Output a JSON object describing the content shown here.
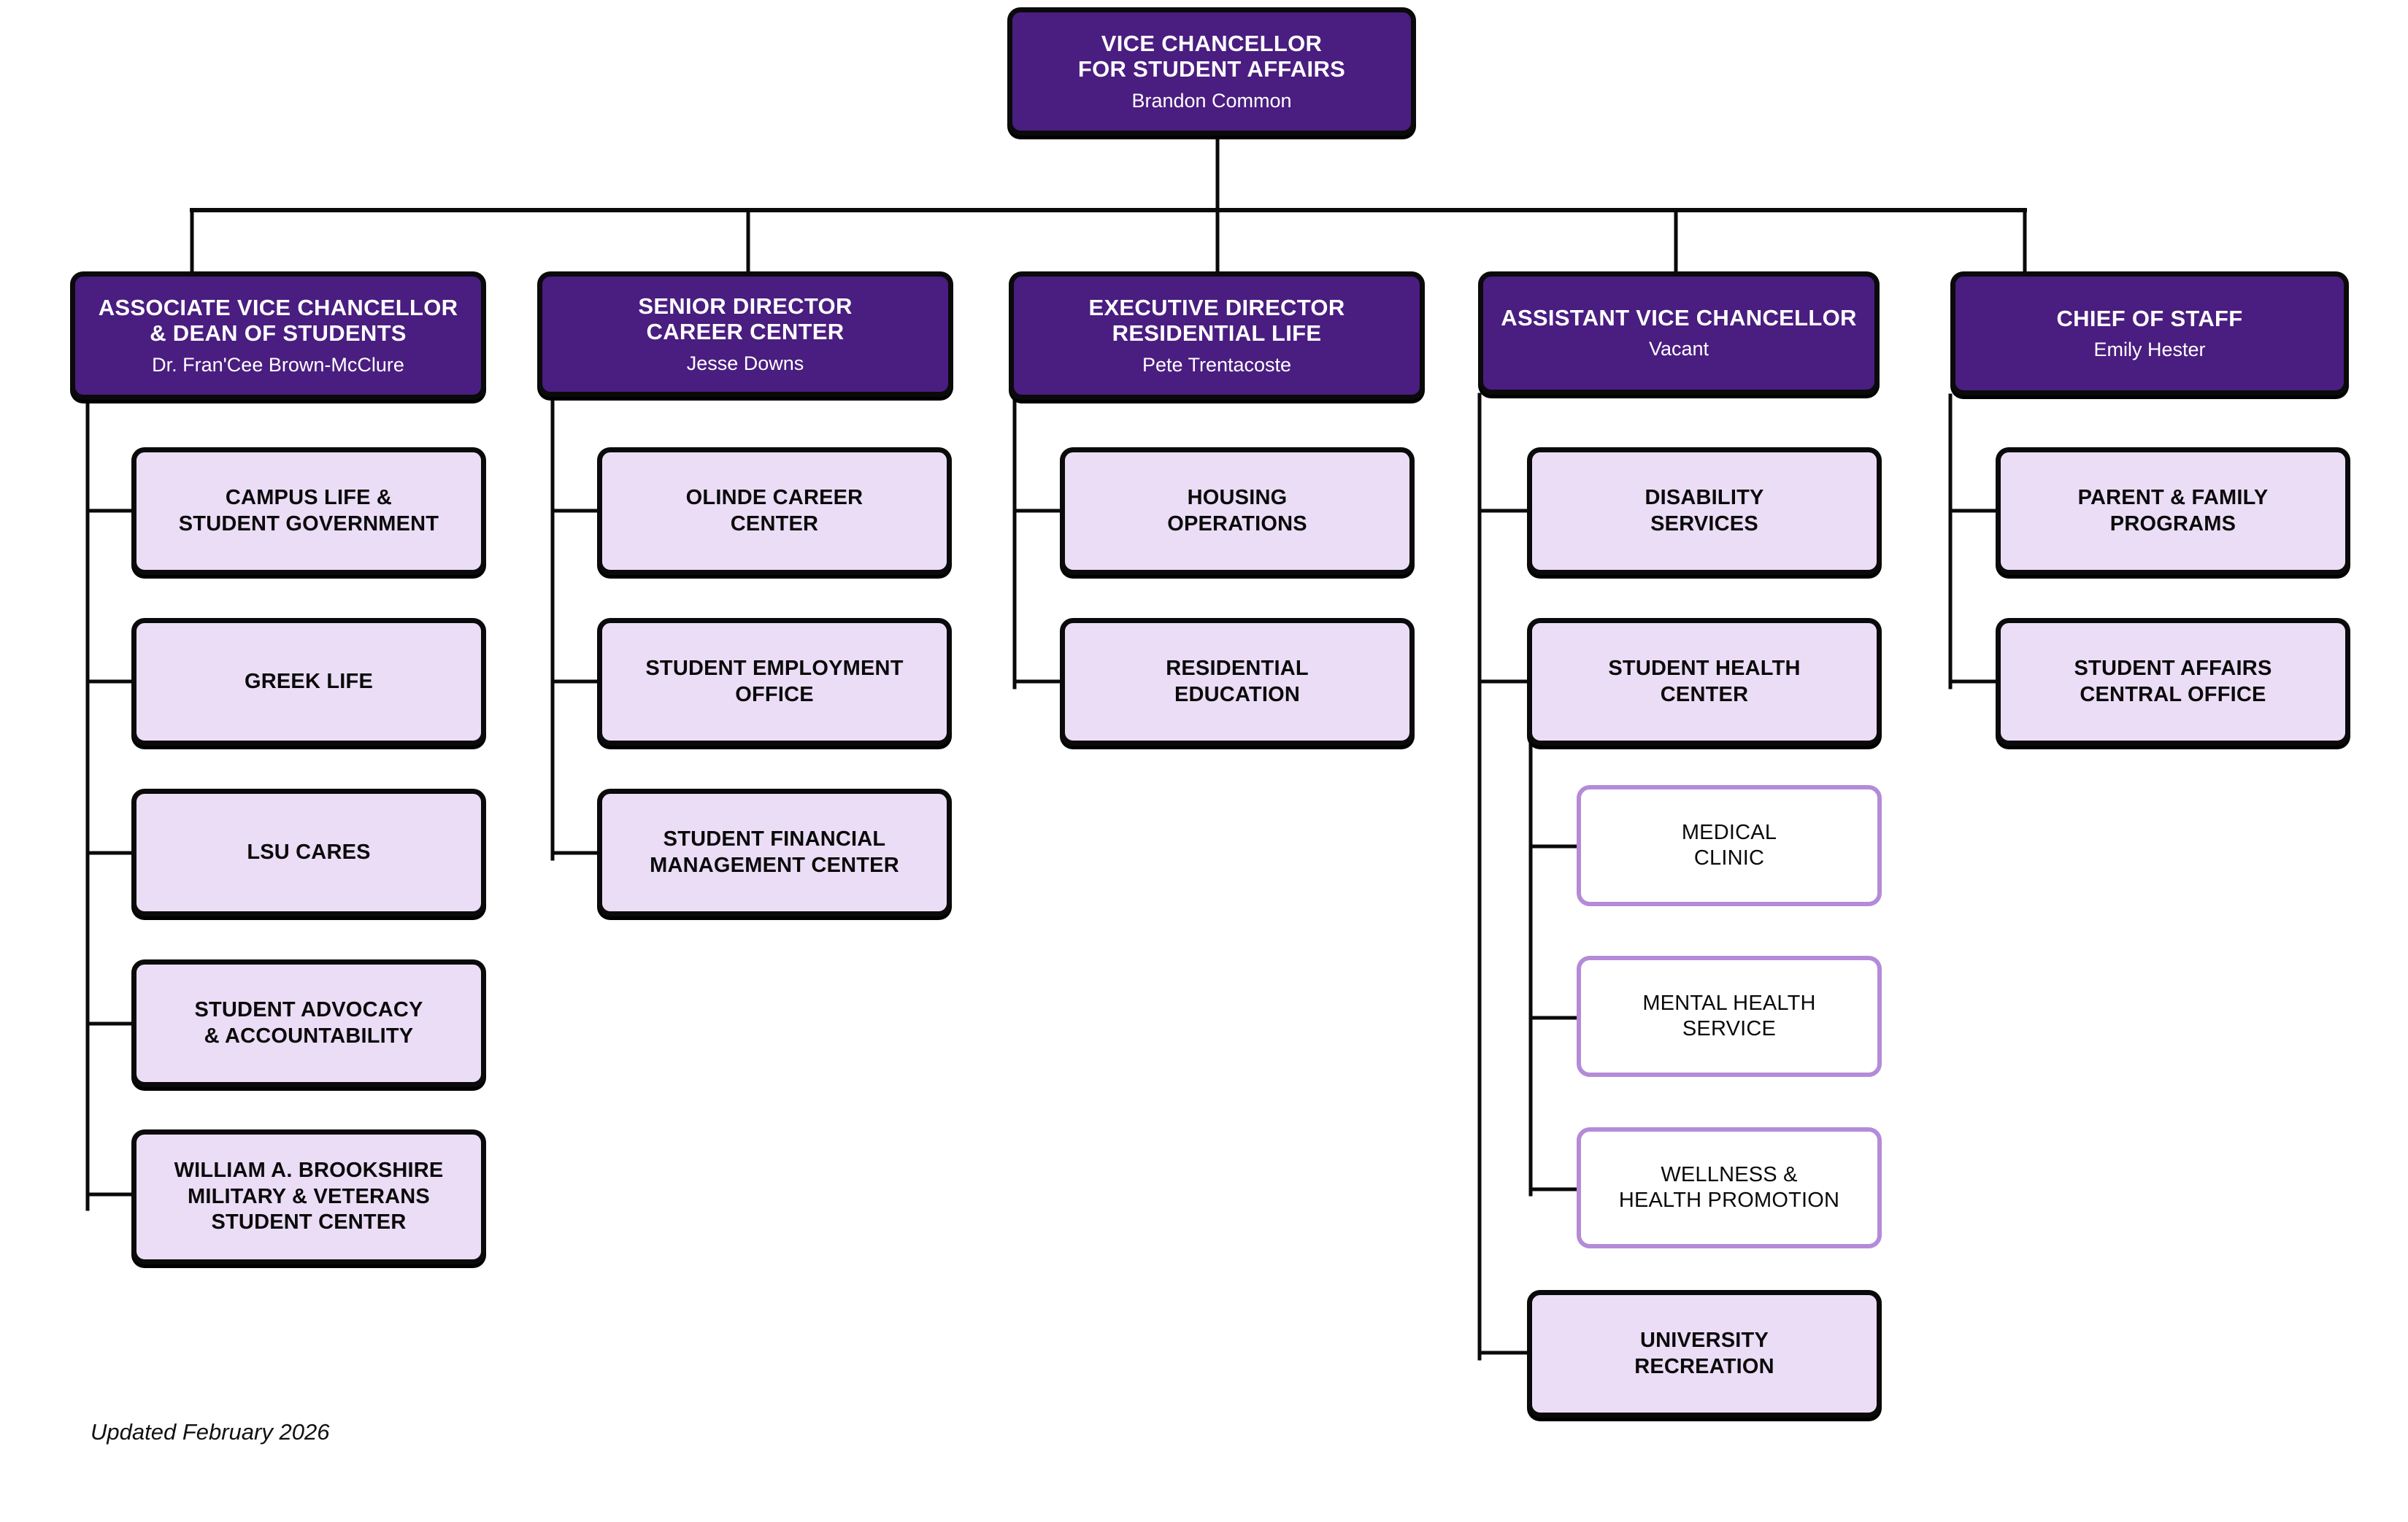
{
  "meta": {
    "footnote": "Updated February 2026",
    "colors": {
      "exec_fill": "#4A1D80",
      "unit_fill": "#EBDDF6",
      "subunit_border": "#B48BD8",
      "line": "#0a0a0a",
      "background": "#FFFFFF"
    }
  },
  "root": {
    "title_lines": [
      "VICE CHANCELLOR",
      "FOR STUDENT AFFAIRS"
    ],
    "person": "Brandon Common"
  },
  "divisions": [
    {
      "id": "dean-of-students",
      "title_lines": [
        "ASSOCIATE VICE CHANCELLOR",
        "& DEAN OF STUDENTS"
      ],
      "person": "Dr. Fran'Cee Brown-McClure",
      "units": [
        {
          "id": "campus-life-student-government",
          "title_lines": [
            "CAMPUS LIFE &",
            "STUDENT GOVERNMENT"
          ]
        },
        {
          "id": "greek-life",
          "title_lines": [
            "GREEK LIFE"
          ]
        },
        {
          "id": "lsu-cares",
          "title_lines": [
            "LSU CARES"
          ]
        },
        {
          "id": "student-advocacy-accountability",
          "title_lines": [
            "STUDENT ADVOCACY",
            "& ACCOUNTABILITY"
          ]
        },
        {
          "id": "brookshire-military-veterans-student-center",
          "title_lines": [
            "WILLIAM A. BROOKSHIRE",
            "MILITARY & VETERANS",
            "STUDENT CENTER"
          ]
        }
      ]
    },
    {
      "id": "career-center",
      "title_lines": [
        "SENIOR DIRECTOR",
        "CAREER CENTER"
      ],
      "person": "Jesse Downs",
      "units": [
        {
          "id": "olinde-career-center",
          "title_lines": [
            "OLINDE CAREER",
            "CENTER"
          ]
        },
        {
          "id": "student-employment-office",
          "title_lines": [
            "STUDENT EMPLOYMENT",
            "OFFICE"
          ]
        },
        {
          "id": "student-financial-management-center",
          "title_lines": [
            "STUDENT FINANCIAL",
            "MANAGEMENT CENTER"
          ]
        }
      ]
    },
    {
      "id": "residential-life",
      "title_lines": [
        "EXECUTIVE DIRECTOR",
        "RESIDENTIAL LIFE"
      ],
      "person": "Pete Trentacoste",
      "units": [
        {
          "id": "housing-operations",
          "title_lines": [
            "HOUSING",
            "OPERATIONS"
          ]
        },
        {
          "id": "residential-education",
          "title_lines": [
            "RESIDENTIAL",
            "EDUCATION"
          ]
        }
      ]
    },
    {
      "id": "assistant-vice-chancellor",
      "title_lines": [
        "ASSISTANT VICE CHANCELLOR"
      ],
      "person": "Vacant",
      "units": [
        {
          "id": "disability-services",
          "title_lines": [
            "DISABILITY",
            "SERVICES"
          ]
        },
        {
          "id": "student-health-center",
          "title_lines": [
            "STUDENT HEALTH",
            "CENTER"
          ],
          "subunits": [
            {
              "id": "medical-clinic",
              "title_lines": [
                "MEDICAL",
                "CLINIC"
              ]
            },
            {
              "id": "mental-health-service",
              "title_lines": [
                "MENTAL HEALTH",
                "SERVICE"
              ]
            },
            {
              "id": "wellness-health-promotion",
              "title_lines": [
                "WELLNESS &",
                "HEALTH PROMOTION"
              ]
            }
          ]
        },
        {
          "id": "university-recreation",
          "title_lines": [
            "UNIVERSITY",
            "RECREATION"
          ]
        }
      ]
    },
    {
      "id": "chief-of-staff",
      "title_lines": [
        "CHIEF OF STAFF"
      ],
      "person": "Emily Hester",
      "units": [
        {
          "id": "parent-family-programs",
          "title_lines": [
            "PARENT & FAMILY",
            "PROGRAMS"
          ]
        },
        {
          "id": "student-affairs-central-office",
          "title_lines": [
            "STUDENT AFFAIRS",
            "CENTRAL OFFICE"
          ]
        }
      ]
    }
  ]
}
